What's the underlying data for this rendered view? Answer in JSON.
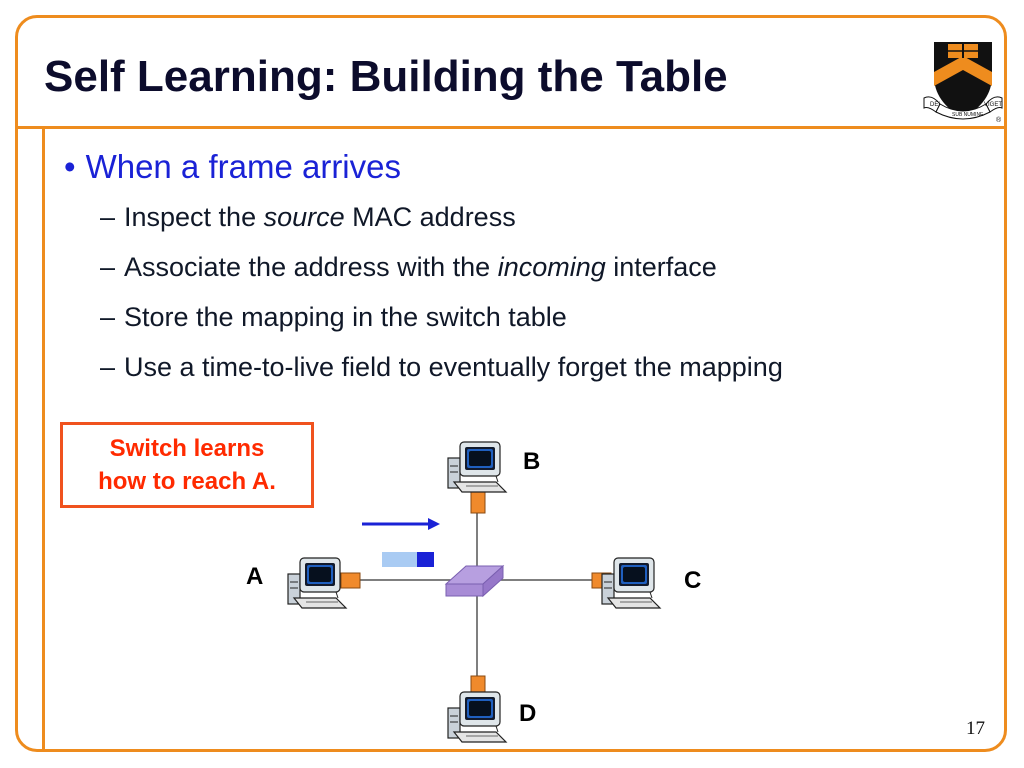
{
  "slide": {
    "title": "Self Learning: Building the Table",
    "page_number": "17"
  },
  "bullets": {
    "main": "When a frame arrives",
    "bullet_char": "•",
    "dash_char": "–",
    "items": [
      {
        "before": "Inspect the ",
        "em": "source",
        "after": " MAC address"
      },
      {
        "before": "Associate the address with the ",
        "em": "incoming",
        "after": " interface"
      },
      {
        "before": "Store the mapping in the switch table",
        "em": "",
        "after": ""
      },
      {
        "before": "Use a time-to-live field to eventually forget the mapping",
        "em": "",
        "after": ""
      }
    ]
  },
  "callout": {
    "line1": "Switch learns",
    "line2": "how to reach A."
  },
  "diagram": {
    "hosts": [
      "A",
      "B",
      "C",
      "D"
    ]
  },
  "logo": {
    "motto_left": "DEI",
    "motto_center": "SUB NUMINE",
    "motto_right": "VIGET",
    "mark": "®"
  },
  "colors": {
    "frame": "#ee8c1e",
    "bullet_blue": "#1a22d6",
    "callout_red": "#ff2a00",
    "switch_purple": "#b79fe0",
    "port_orange": "#f08a2c",
    "arrow_blue": "#1a22d6",
    "frame_packet_light": "#a9cbf3",
    "frame_packet_dark": "#1a22d6"
  },
  "icons": {
    "host": "computer-workstation-icon",
    "switch": "network-switch-icon",
    "logo": "princeton-shield-logo"
  }
}
